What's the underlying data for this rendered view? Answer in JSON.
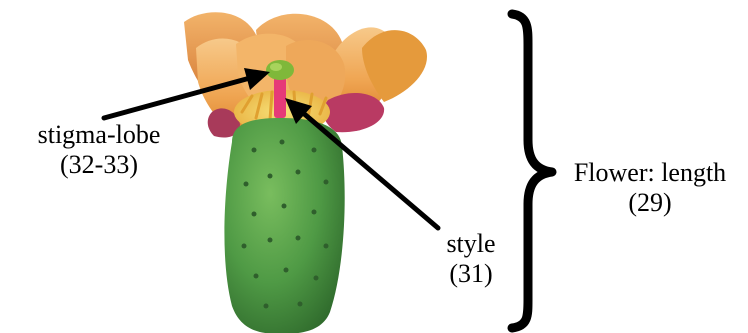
{
  "labels": {
    "stigma": {
      "name": "stigma-lobe",
      "code": "(32-33)"
    },
    "style": {
      "name": "style",
      "code": "(31)"
    },
    "flower": {
      "name": "Flower: length",
      "code": "(29)"
    }
  },
  "colors": {
    "petal_light": "#f6c27a",
    "petal_mid": "#eda24e",
    "petal_dark": "#d9792e",
    "tepal_magenta": "#b93a63",
    "stigma_green": "#7fb83a",
    "style_pink": "#e63a78",
    "ovary_green": "#4f9a45",
    "ovary_dark": "#3a7a35",
    "areole": "#2f5f2c",
    "annotation": "#000000"
  },
  "icons": [
    "arrow-to-stigma",
    "arrow-to-style",
    "brace-right"
  ]
}
